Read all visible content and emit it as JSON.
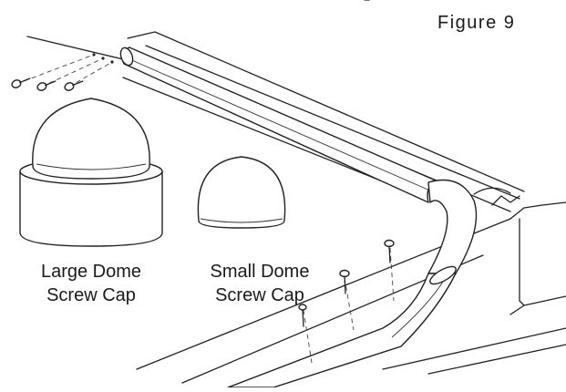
{
  "figure": {
    "title": "Figure 9",
    "labels": {
      "large_cap_line1": "Large Dome",
      "large_cap_line2": "Screw Cap",
      "small_cap_line1": "Small Dome",
      "small_cap_line2": "Screw Cap"
    }
  }
}
